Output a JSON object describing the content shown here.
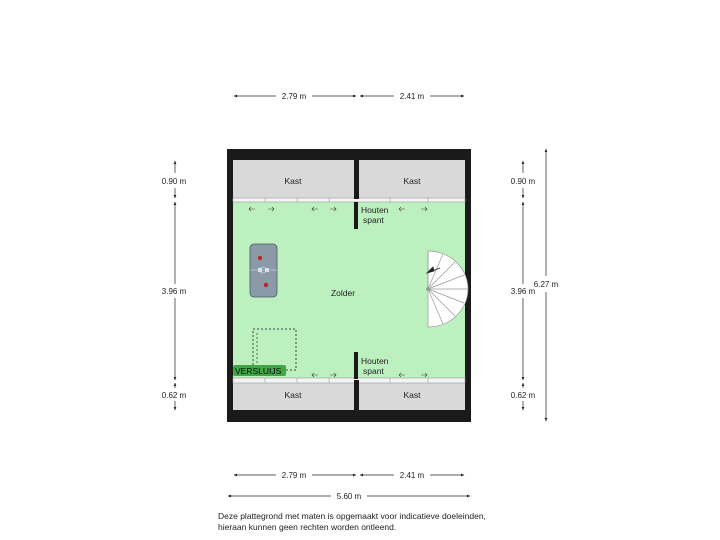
{
  "dimensions": {
    "top_left": "2.79 m",
    "top_right": "2.41 m",
    "bottom_left": "2.79 m",
    "bottom_right": "2.41 m",
    "total_width": "5.60 m",
    "left_top": "0.90 m",
    "left_middle": "3.96 m",
    "left_bottom": "0.62 m",
    "right_top": "0.90 m",
    "right_middle": "3.96 m",
    "right_bottom": "0.62 m",
    "total_depth": "6.27 m"
  },
  "rooms": {
    "kast_top_left": "Kast",
    "kast_top_right": "Kast",
    "kast_bottom_left": "Kast",
    "kast_bottom_right": "Kast",
    "main": "Zolder"
  },
  "labels": {
    "beam_top_line1": "Houten",
    "beam_top_line2": "spant",
    "beam_bottom_line1": "Houten",
    "beam_bottom_line2": "spant",
    "hatch": "VERSLUIJS"
  },
  "disclaimer": {
    "line1": "Deze plattegrond met maten is opgemaakt voor indicatieve doeleinden,",
    "line2": "hieraan kunnen geen rechten worden ontleend."
  },
  "colors": {
    "wall": "#1a1a1a",
    "floor": "#bdf0bf",
    "closet": "#d9d9d9",
    "hatch_badge": "#3fa845"
  }
}
